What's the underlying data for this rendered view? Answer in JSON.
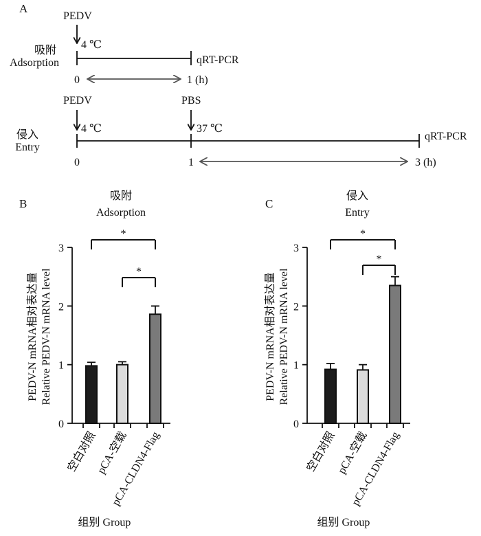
{
  "panel_a": {
    "label": "A",
    "top": {
      "virus_label": "PEDV",
      "temp": "4 ℃",
      "name_cn": "吸附",
      "name_en": "Adsorption",
      "assay": "qRT-PCR",
      "tick_start": "0",
      "tick_end": "1 (h)"
    },
    "bottom": {
      "virus_label": "PEDV",
      "temp": "4 ℃",
      "wash_label": "PBS",
      "temp2": "37 ℃",
      "name_cn": "侵入",
      "name_en": "Entry",
      "assay": "qRT-PCR",
      "tick_start": "0",
      "tick_mid": "1",
      "tick_end": "3 (h)"
    }
  },
  "chart_data": [
    {
      "type": "bar",
      "panel_label": "B",
      "title_cn": "吸附",
      "title_en": "Adsorption",
      "categories": [
        "空白对照",
        "pCA-空载",
        "pCA-CLDN4-Flag"
      ],
      "values": [
        0.98,
        1.0,
        1.86
      ],
      "errors": [
        0.06,
        0.05,
        0.14
      ],
      "bar_colors": [
        "#1c1c1c",
        "#dcdcdc",
        "#7a7a7a"
      ],
      "ylim": [
        0,
        3
      ],
      "yticks": [
        "0",
        "1",
        "2",
        "3"
      ],
      "ylabel_line1": "PEDV-N mRNA相对表达量",
      "ylabel_line2": "Relative PEDV-N mRNA level",
      "xlabel": "组别 Group",
      "significance": [
        {
          "from": 0,
          "to": 2,
          "label": "*"
        },
        {
          "from": 1,
          "to": 2,
          "label": "*"
        }
      ]
    },
    {
      "type": "bar",
      "panel_label": "C",
      "title_cn": "侵入",
      "title_en": "Entry",
      "categories": [
        "空白对照",
        "pCA-空载",
        "pCA-CLDN4-Flag"
      ],
      "values": [
        0.92,
        0.91,
        2.35
      ],
      "errors": [
        0.1,
        0.09,
        0.15
      ],
      "bar_colors": [
        "#1c1c1c",
        "#dcdcdc",
        "#7a7a7a"
      ],
      "ylim": [
        0,
        3
      ],
      "yticks": [
        "0",
        "1",
        "2",
        "3"
      ],
      "ylabel_line1": "PEDV-N mRNA相对表达量",
      "ylabel_line2": "Relative PEDV-N mRNA level",
      "xlabel": "组别 Group",
      "significance": [
        {
          "from": 0,
          "to": 2,
          "label": "*"
        },
        {
          "from": 1,
          "to": 2,
          "label": "*"
        }
      ]
    }
  ]
}
